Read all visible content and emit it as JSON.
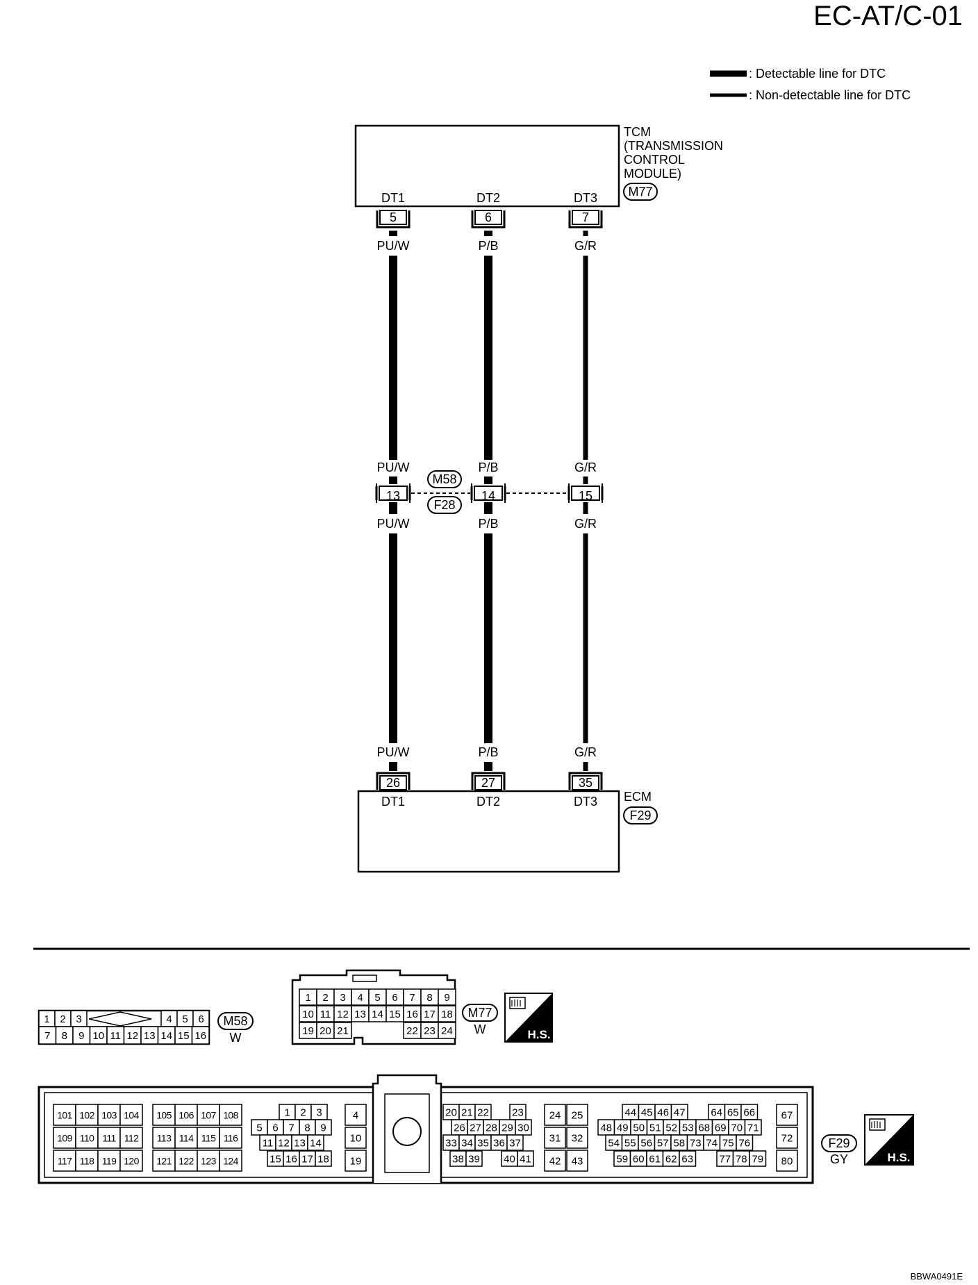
{
  "page_id": "EC-AT/C-01",
  "figure_code": "BBWA0491E",
  "legend": {
    "detectable": ": Detectable line for DTC",
    "non_detectable": ": Non-detectable line for DTC"
  },
  "tcm": {
    "name_lines": [
      "TCM",
      "(TRANSMISSION",
      "CONTROL",
      "MODULE)"
    ],
    "connector": "M77"
  },
  "ecm": {
    "name": "ECM",
    "connector": "F29"
  },
  "junction": {
    "connector_top": "M58",
    "connector_bottom": "F28"
  },
  "circuits": [
    {
      "tcm_terminal_name": "DT1",
      "tcm_pin": "5",
      "color_top": "PU/W",
      "color_junction_top": "PU/W",
      "junction_pin": "13",
      "color_junction_bottom": "PU/W",
      "color_ecm": "PU/W",
      "ecm_pin": "26",
      "ecm_terminal_name": "DT1",
      "detectable": true
    },
    {
      "tcm_terminal_name": "DT2",
      "tcm_pin": "6",
      "color_top": "P/B",
      "color_junction_top": "P/B",
      "junction_pin": "14",
      "color_junction_bottom": "P/B",
      "color_ecm": "P/B",
      "ecm_pin": "27",
      "ecm_terminal_name": "DT2",
      "detectable": true
    },
    {
      "tcm_terminal_name": "DT3",
      "tcm_pin": "7",
      "color_top": "G/R",
      "color_junction_top": "G/R",
      "junction_pin": "15",
      "color_junction_bottom": "G/R",
      "color_ecm": "G/R",
      "ecm_pin": "35",
      "ecm_terminal_name": "DT3",
      "detectable": false
    }
  ],
  "connectors": {
    "m58": {
      "id": "M58",
      "color": "W",
      "row1_left": [
        "1",
        "2",
        "3"
      ],
      "row1_right": [
        "4",
        "5",
        "6"
      ],
      "row2": [
        "7",
        "8",
        "9",
        "10",
        "11",
        "12",
        "13",
        "14",
        "15",
        "16"
      ]
    },
    "m77": {
      "id": "M77",
      "color": "W",
      "row1": [
        "1",
        "2",
        "3",
        "4",
        "5",
        "6",
        "7",
        "8",
        "9"
      ],
      "row2": [
        "10",
        "11",
        "12",
        "13",
        "14",
        "15",
        "16",
        "17",
        "18"
      ],
      "row3_left": [
        "19",
        "20",
        "21"
      ],
      "row3_right": [
        "22",
        "23",
        "24"
      ]
    },
    "f29": {
      "id": "F29",
      "color": "GY",
      "g1": [
        [
          "101",
          "102",
          "103",
          "104"
        ],
        [
          "109",
          "110",
          "111",
          "112"
        ],
        [
          "117",
          "118",
          "119",
          "120"
        ]
      ],
      "g2": [
        [
          "105",
          "106",
          "107",
          "108"
        ],
        [
          "113",
          "114",
          "115",
          "116"
        ],
        [
          "121",
          "122",
          "123",
          "124"
        ]
      ],
      "g3": [
        [
          "1",
          "2",
          "3"
        ],
        [
          "5",
          "6",
          "7",
          "8",
          "9"
        ],
        [
          "11",
          "12",
          "13",
          "14"
        ],
        [
          "15",
          "16",
          "17",
          "18"
        ]
      ],
      "g4": [
        "4",
        "10",
        "19"
      ],
      "g5": [
        [
          "20",
          "21",
          "22"
        ],
        [
          "23"
        ],
        [
          "26",
          "27",
          "28",
          "29",
          "30"
        ],
        [
          "33",
          "34",
          "35",
          "36",
          "37"
        ],
        [
          "38",
          "39"
        ],
        [
          "40",
          "41"
        ]
      ],
      "g6": [
        "24",
        "25",
        "31",
        "32",
        "42",
        "43"
      ],
      "g7": [
        [
          "44",
          "45",
          "46",
          "47"
        ],
        [
          "64",
          "65",
          "66"
        ],
        [
          "48",
          "49",
          "50",
          "51",
          "52",
          "53",
          "68",
          "69",
          "70",
          "71"
        ],
        [
          "54",
          "55",
          "56",
          "57",
          "58",
          "73",
          "74",
          "75",
          "76"
        ],
        [
          "59",
          "60",
          "61",
          "62",
          "63"
        ],
        [
          "77",
          "78",
          "79"
        ]
      ],
      "g8": [
        "67",
        "72",
        "80"
      ]
    }
  },
  "hs_label": "H.S."
}
